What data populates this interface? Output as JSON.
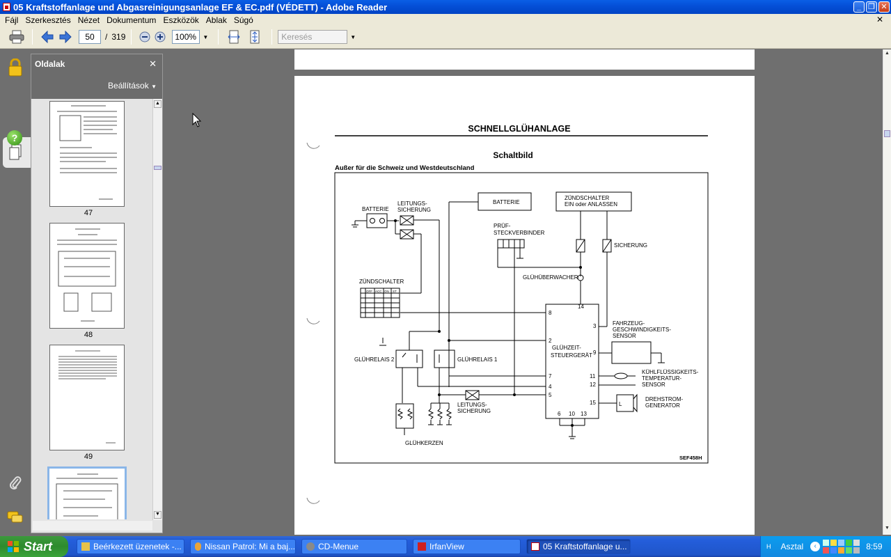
{
  "window": {
    "title": "05 Kraftstoffanlage und Abgasreinigungsanlage EF & EC.pdf (VÉDETT) - Adobe Reader"
  },
  "menu": [
    "Fájl",
    "Szerkesztés",
    "Nézet",
    "Dokumentum",
    "Eszközök",
    "Ablak",
    "Súgó"
  ],
  "toolbar": {
    "page_value": "50",
    "page_sep": "/",
    "page_total": "319",
    "zoom_value": "100%",
    "search_placeholder": "Keresés"
  },
  "panel": {
    "title": "Oldalak",
    "options": "Beállítások",
    "thumbs": [
      {
        "label": "47"
      },
      {
        "label": "48"
      },
      {
        "label": "49"
      },
      {
        "label": ""
      }
    ]
  },
  "document": {
    "heading": "SCHNELLGLÜHANLAGE",
    "subheading": "Schaltbild",
    "note": "Außer für die Schweiz und Westdeutschland",
    "figure_id": "SEF458H",
    "labels": {
      "batterie_small": "BATTERIE",
      "batterie_box": "BATTERIE",
      "leitung1a": "LEITUNGS-",
      "leitung1b": "SICHERUNG",
      "zs_a": "ZÜNDSCHALTER",
      "zs_b": "EIN oder ANLASSEN",
      "pruf_a": "PRÜF-",
      "pruf_b": "STECKVERBINDER",
      "sicherung": "SICHERUNG",
      "zundschalter": "ZÜNDSCHALTER",
      "gluhuberwacher": "GLÜHÜBERWACHER",
      "fz_a": "FAHRZEUG-",
      "fz_b": "GESCHWINDIGKEITS-",
      "fz_c": "SENSOR",
      "gz_a": "GLÜHZEIT-",
      "gz_b": "STEUERGERÄT",
      "relais2": "GLÜHRELAIS 2",
      "relais1": "GLÜHRELAIS 1",
      "kt_a": "KÜHLFLÜSSIGKEITS-",
      "kt_b": "TEMPERATUR-",
      "kt_c": "SENSOR",
      "ds_a": "DREHSTROM-",
      "ds_b": "GENERATOR",
      "leitung2a": "LEITUNGS-",
      "leitung2b": "SICHERUNG",
      "gluhkerzen": "GLÜHKERZEN",
      "switch_cols": [
        "OFF",
        "ACC",
        "ON",
        "ST"
      ],
      "pins": {
        "p14": "14",
        "p8": "8",
        "p3": "3",
        "p2": "2",
        "p9": "9",
        "p7": "7",
        "p11": "11",
        "p4": "4",
        "p12": "12",
        "p5": "5",
        "p15": "15",
        "p6": "6",
        "p10": "10",
        "p13": "13"
      }
    }
  },
  "taskbar": {
    "start": "Start",
    "tasks": [
      "Beérkezett üzenetek -...",
      "Nissan Patrol: Mi a baj...",
      "CD-Menue",
      "IrfanView",
      "05 Kraftstoffanlage u..."
    ],
    "tray_label": "Asztal",
    "clock": "8:59"
  },
  "colors": {
    "accent": "#0a5fe6",
    "taskbar": "#245edb",
    "start": "#3c9a3c"
  }
}
